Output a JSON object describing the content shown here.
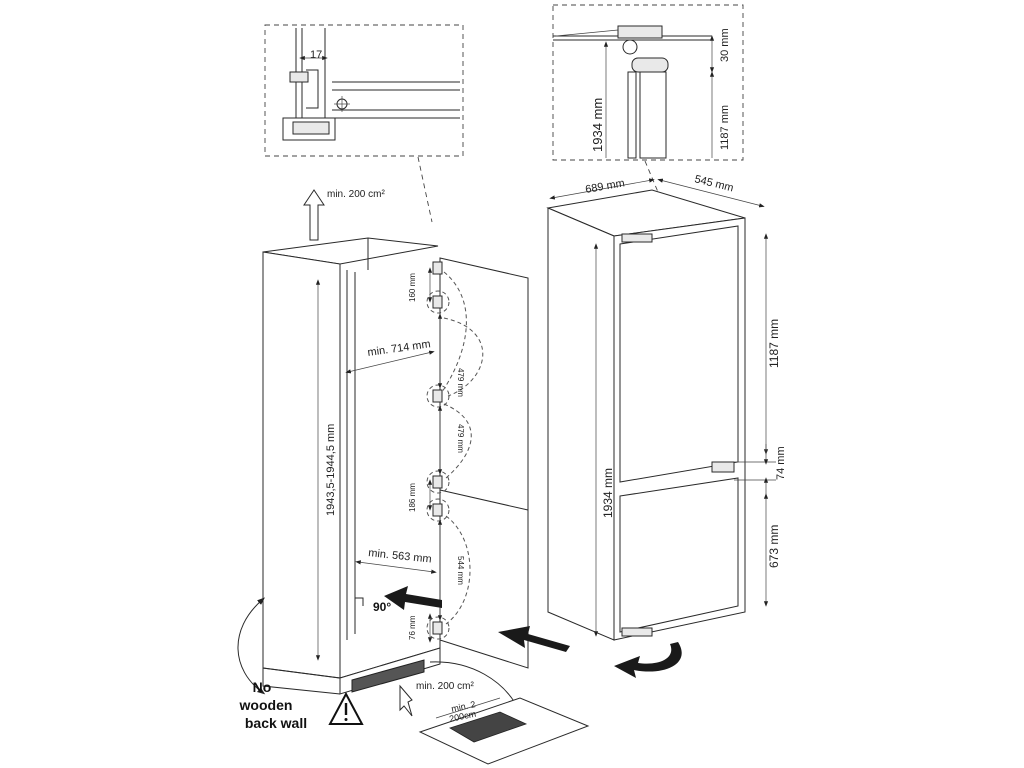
{
  "detail_left": {
    "gap_label": "17"
  },
  "detail_right": {
    "top_gap_label": "30 mm",
    "height_label": "1934 mm",
    "upper_label": "1187 mm"
  },
  "niche": {
    "vent_top_label": "min. 200 cm²",
    "height_label": "1943,5-1944,5 mm",
    "depth_label": "min. 714 mm",
    "width_label": "min. 563 mm",
    "hinge_spacings": [
      "160 mm",
      "479 mm",
      "479 mm",
      "186 mm",
      "544 mm",
      "76 mm"
    ],
    "angle_label": "90°",
    "vent_bottom_label": "min. 200 cm²",
    "vent_area_line1": "min. 2",
    "vent_area_line2": "200cm",
    "warning_line1": "No",
    "warning_line2": "wooden",
    "warning_line3": "back wall"
  },
  "appliance": {
    "width_label": "689 mm",
    "depth_label": "545 mm",
    "height_label": "1934 mm",
    "upper_label": "1187 mm",
    "middle_label": "74 mm",
    "lower_label": "673 mm"
  }
}
